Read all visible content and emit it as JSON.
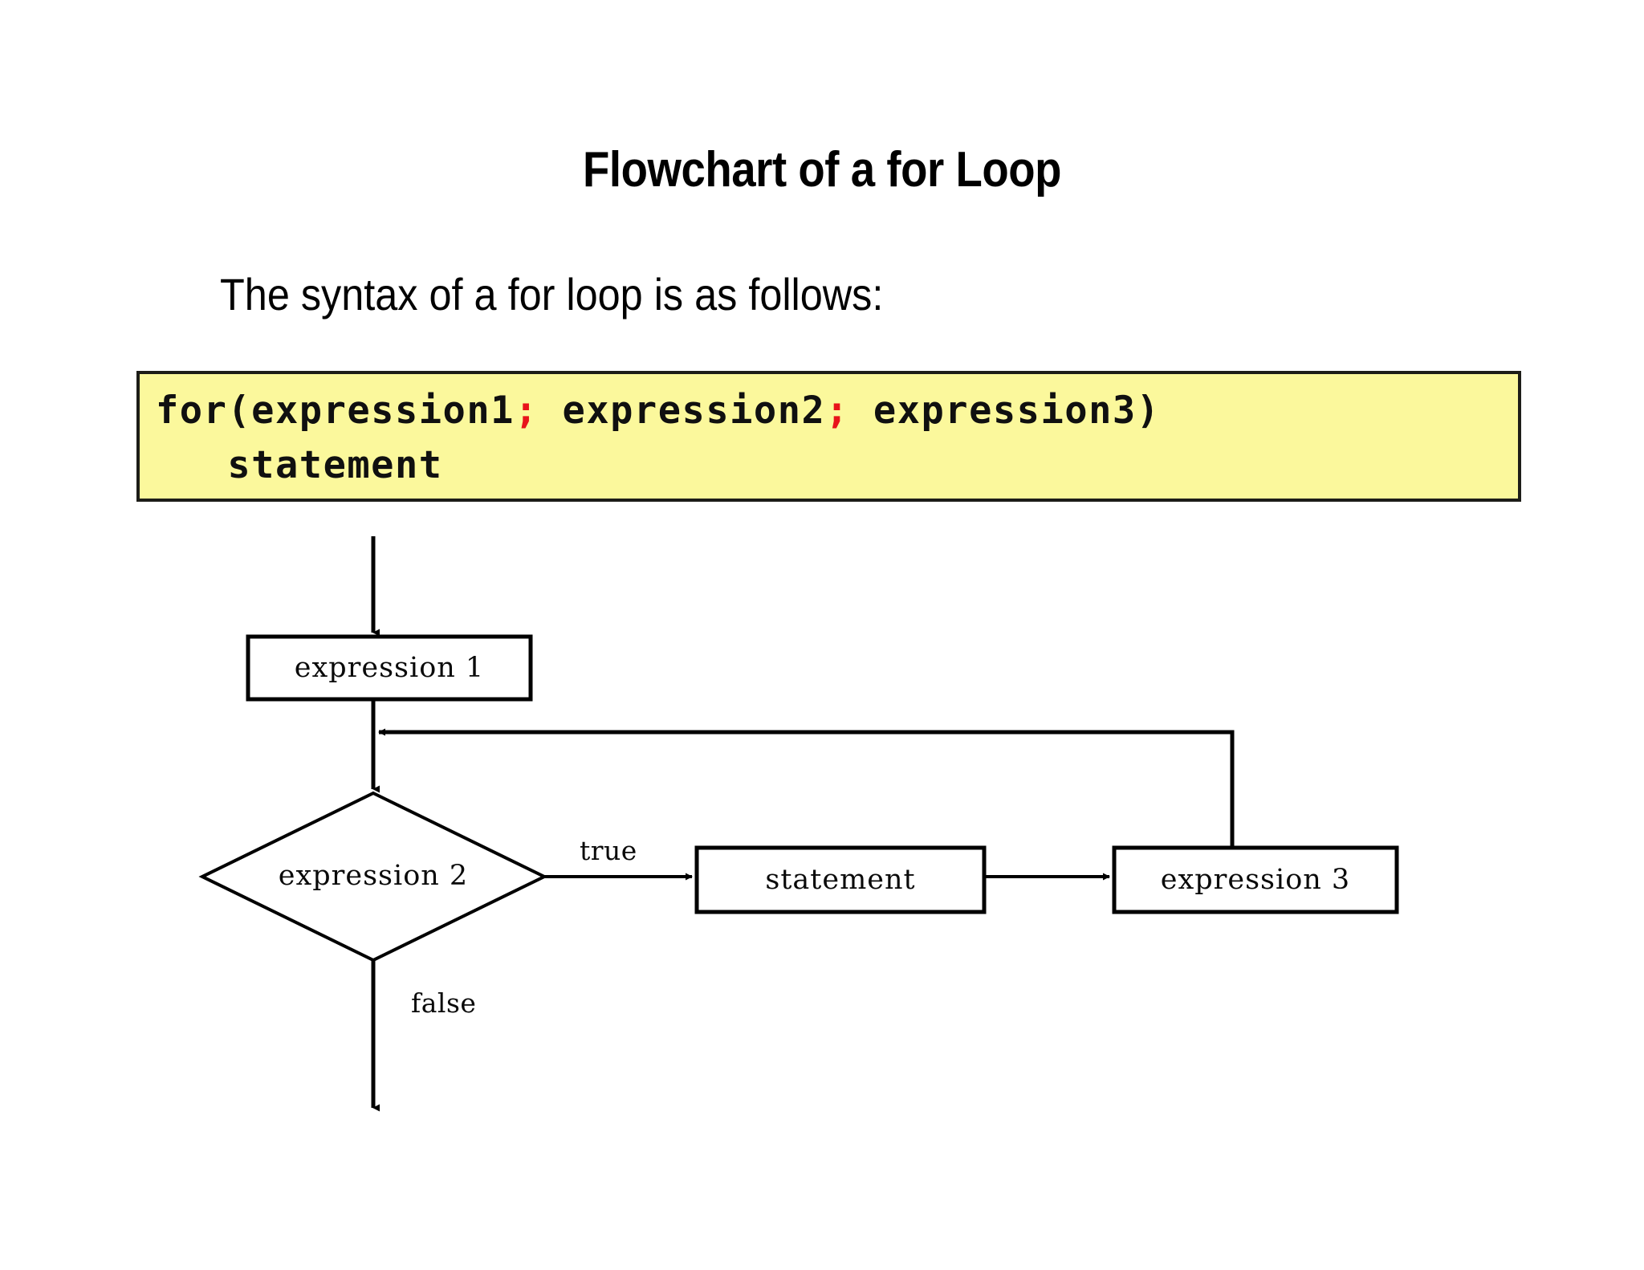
{
  "slide": {
    "title": "Flowchart of a for Loop",
    "subtitle": "The syntax of a for loop is as follows:",
    "background_color": "#ffffff",
    "title_color": "#000000"
  },
  "code_box": {
    "background_color": "#FBF89C",
    "border_color": "#1d1d18",
    "semicolon_color": "#E8131A",
    "line1": {
      "part1": "for(expression1",
      "semi1": ";",
      "part2": " expression2",
      "semi2": ";",
      "part3": " expression3)"
    },
    "line2": "   statement",
    "full_text": "for(expression1; expression2; expression3)\n   statement"
  },
  "flowchart": {
    "nodes": [
      {
        "id": "expression1",
        "shape": "rectangle",
        "label": "expression 1"
      },
      {
        "id": "expression2",
        "shape": "diamond",
        "label": "expression 2"
      },
      {
        "id": "statement",
        "shape": "rectangle",
        "label": "statement"
      },
      {
        "id": "expression3",
        "shape": "rectangle",
        "label": "expression 3"
      }
    ],
    "edge_labels": {
      "true": "true",
      "false": "false"
    },
    "line_color": "#000000"
  }
}
